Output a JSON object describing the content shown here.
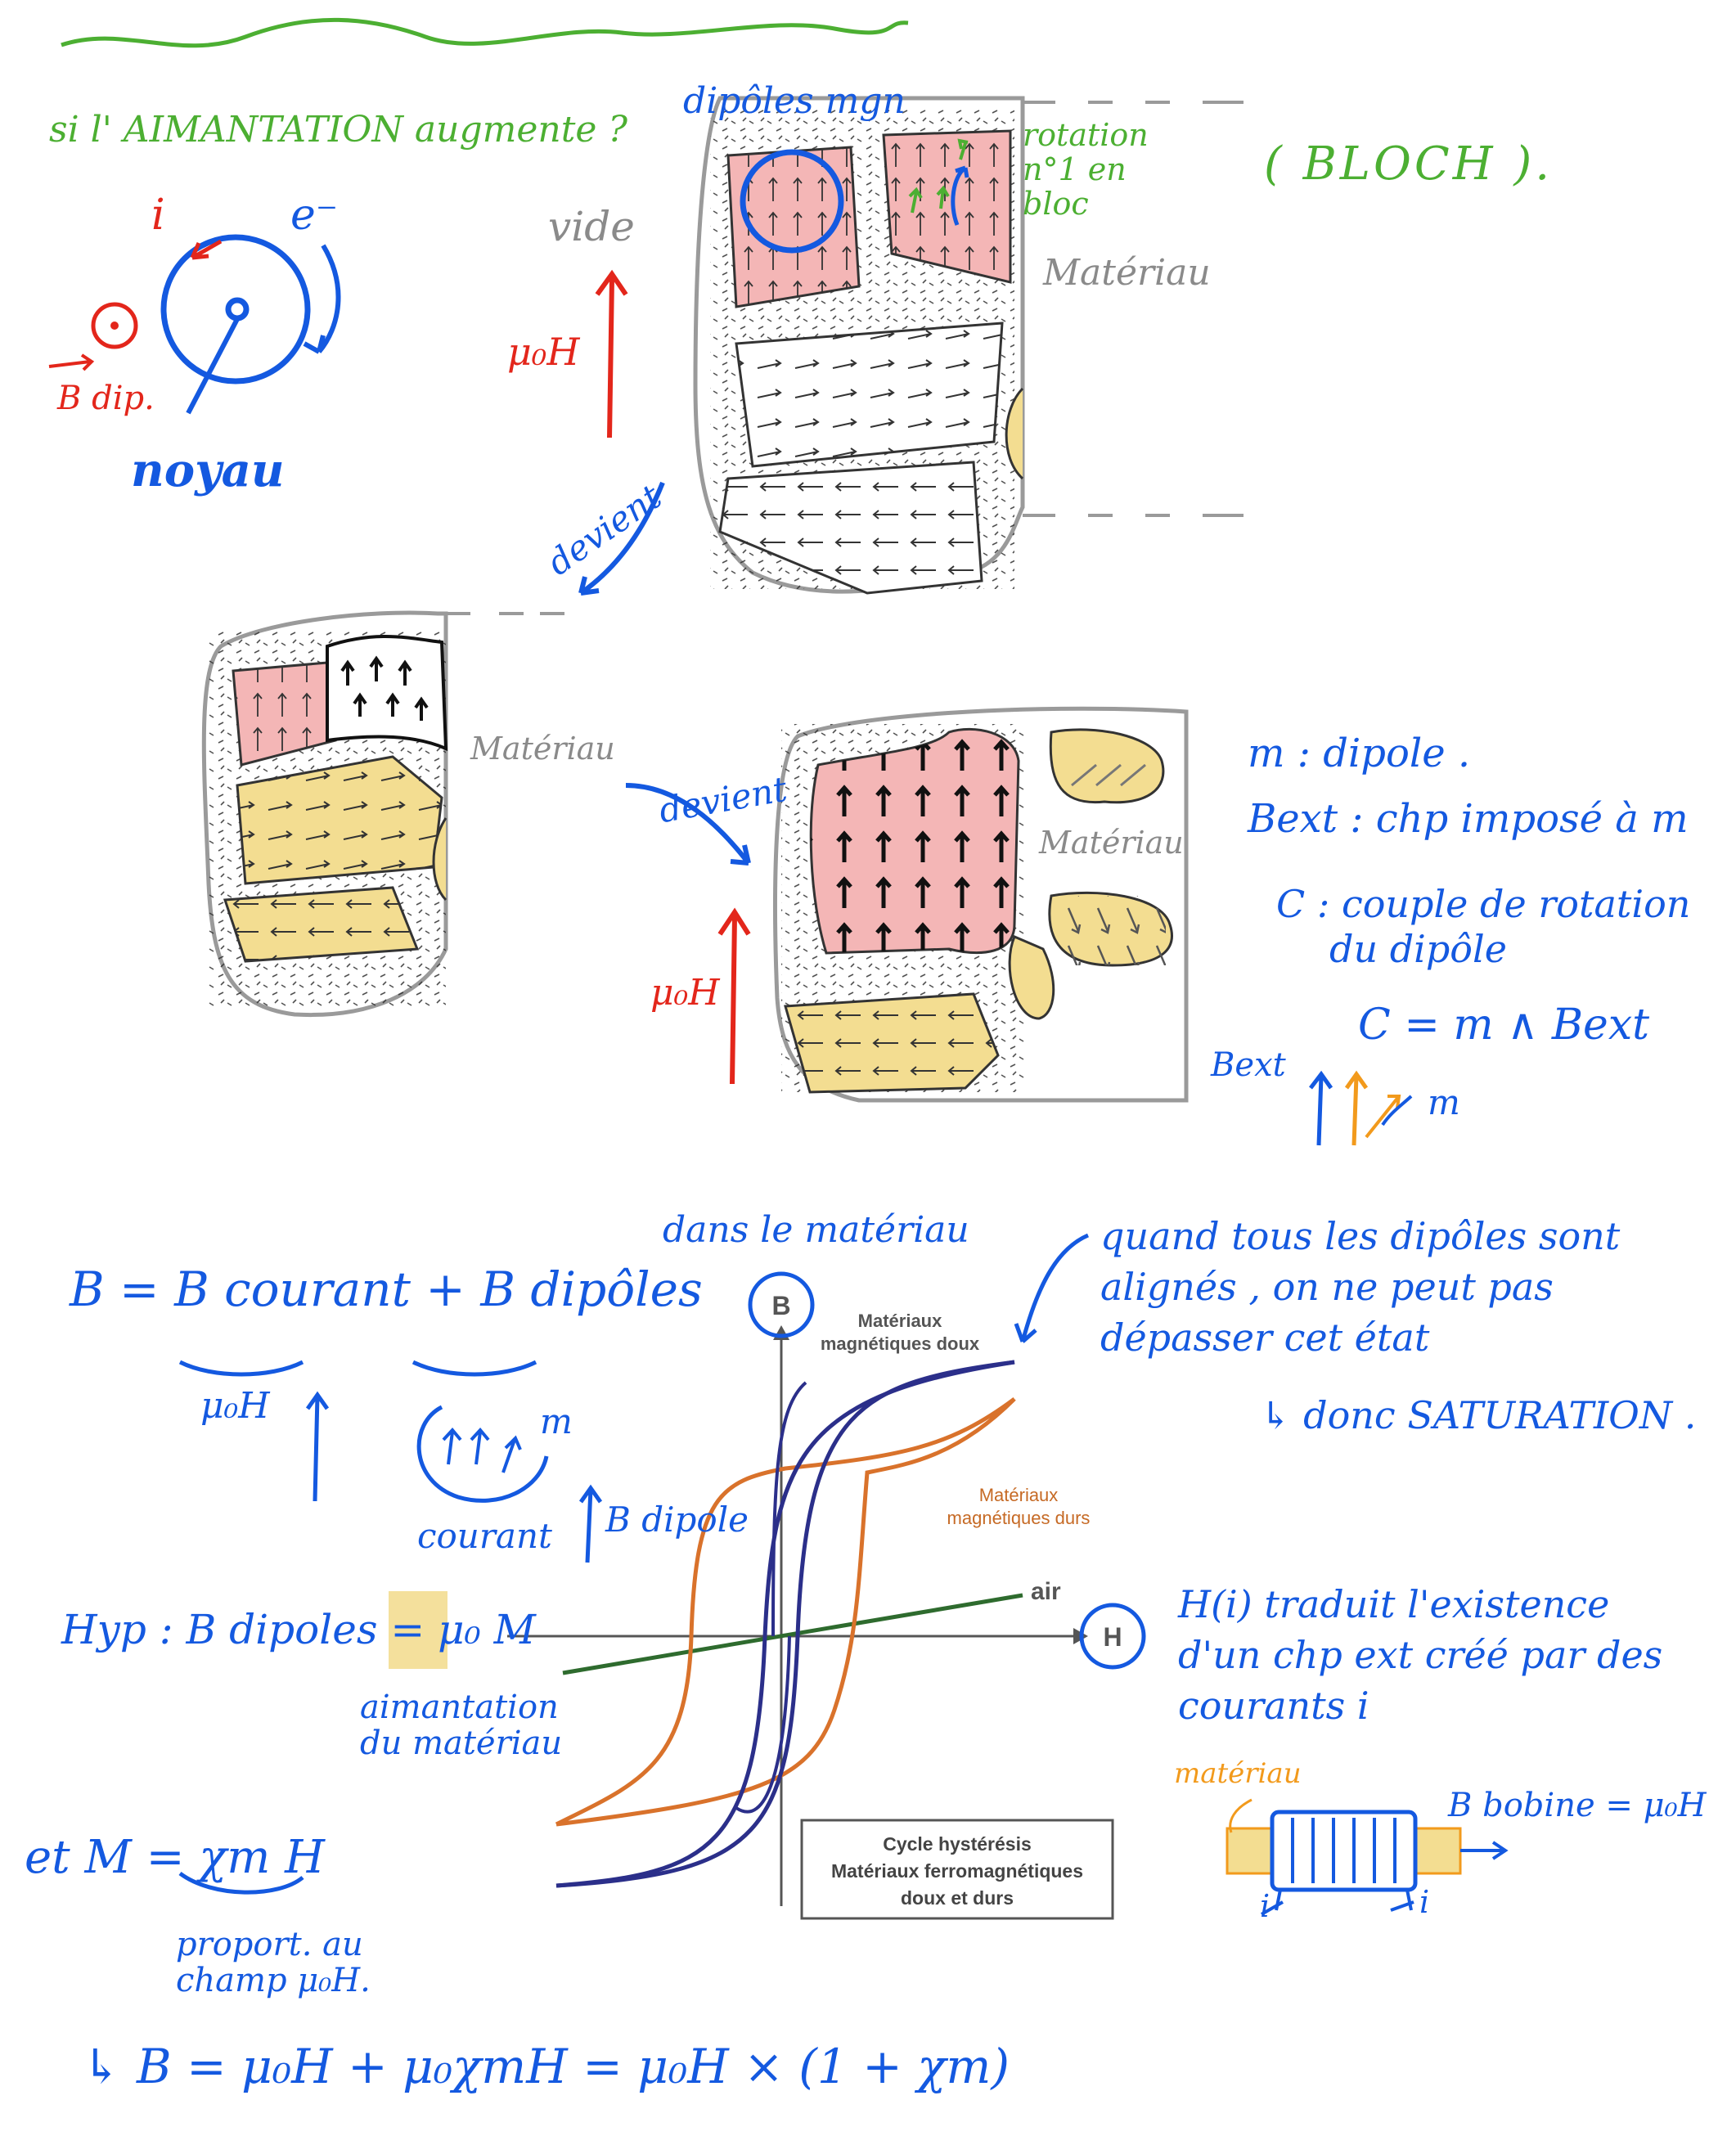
{
  "colors": {
    "blue": "#1459e0",
    "green": "#4caf32",
    "red": "#e3261b",
    "gray": "#8a8a8a",
    "pink": "#f4b6b6",
    "yellow": "#f3dd91",
    "orange_curve": "#d9722b",
    "navy_curve": "#2b2f8a",
    "air_line": "#2e6b2e"
  },
  "top": {
    "question": "si l' AIMANTATION augmente ?",
    "label_i": "i",
    "label_e": "e⁻",
    "label_bdip": "B dip.",
    "label_noyau": "noyau",
    "label_vide": "vide",
    "label_muoH": "μ₀H",
    "label_dipoles": "dipôles mgn",
    "rotation": "rotation n°1 en bloc",
    "bloch": "( BLOCH ).",
    "materiau": "Matériau",
    "devient": "devient"
  },
  "middle": {
    "materiau_left": "Matériau",
    "devient": "devient",
    "materiau_right": "Matériau",
    "muoH": "μ₀H",
    "notes": [
      "m : dipole .",
      "Bext : chp imposé à m",
      "C : couple de rotation",
      "du dipôle",
      "C = m ∧ Bext"
    ],
    "vec_bext": "Bext",
    "vec_m": "m"
  },
  "bottom": {
    "dans_materiau": "dans le matériau",
    "B_equation": "B = B courant + B dipôles",
    "muoH": "μ₀H",
    "m": "m",
    "courant": "courant",
    "bdipole": "B dipole",
    "hyp": "Hyp : B dipoles = μ₀ M",
    "aimantation": "aimantation du matériau",
    "et_M": "et M = χm H",
    "proport": "proport. au champ μ₀H.",
    "final": "↳ B = μ₀H + μ₀χmH = μ₀H × (1 + χm)",
    "quand": "quand tous les dipôles sont alignés , on ne peut pas dépasser cet état",
    "saturation": "↳ donc SATURATION .",
    "hi": "H(i) traduit l'existence d'un chp ext créé par des courants i",
    "materiau_small": "matériau",
    "bbobine": "B bobine = μ₀H",
    "i_label": "i"
  },
  "chart_data": {
    "type": "line",
    "title": "Cycle hystérésis Matériaux ferromagnétiques doux et durs",
    "xlabel": "H",
    "ylabel": "B",
    "series": [
      {
        "name": "Matériaux magnétiques doux",
        "color": "#2b2f8a"
      },
      {
        "name": "Matériaux magnétiques durs",
        "color": "#d9722b"
      },
      {
        "name": "air",
        "color": "#2e6b2e"
      }
    ],
    "legend_box": [
      "Cycle hystérésis",
      "Matériaux ferromagnétiques",
      "doux et durs"
    ],
    "label_doux": [
      "Matériaux",
      "magnétiques doux"
    ],
    "label_durs": [
      "Matériaux",
      "magnétiques durs"
    ],
    "label_air": "air"
  }
}
